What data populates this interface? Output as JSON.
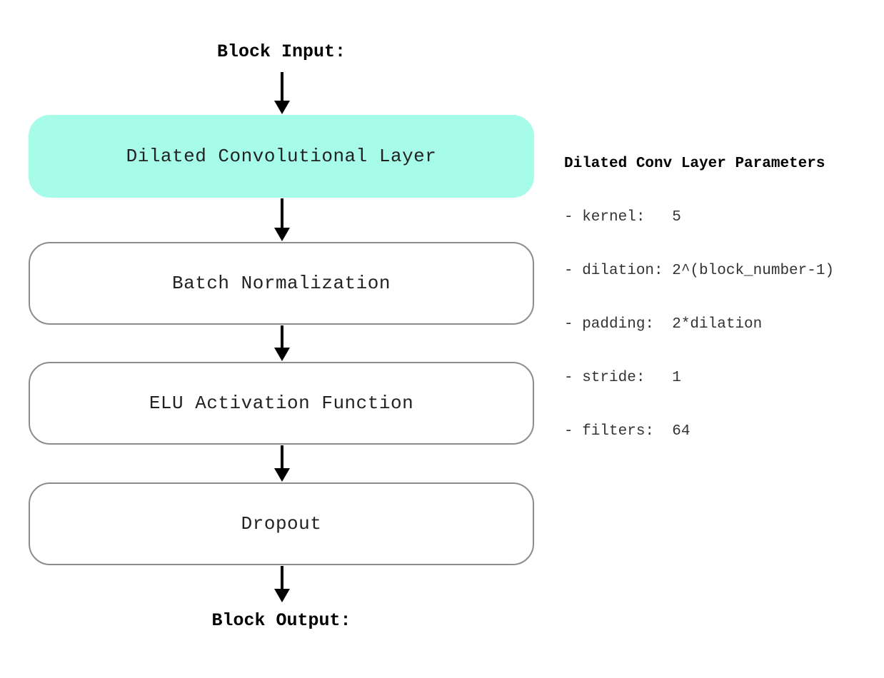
{
  "diagram": {
    "input_label": "Block Input:",
    "output_label": "Block Output:",
    "layers": [
      {
        "label": "Dilated Convolutional Layer",
        "highlighted": true
      },
      {
        "label": "Batch Normalization",
        "highlighted": false
      },
      {
        "label": "ELU Activation Function",
        "highlighted": false
      },
      {
        "label": "Dropout",
        "highlighted": false
      }
    ]
  },
  "params": {
    "title": "Dilated Conv Layer Parameters",
    "lines": [
      "- kernel:   5",
      "- dilation: 2^(block_number-1)",
      "- padding:  2*dilation",
      "- stride:   1",
      "- filters:  64"
    ]
  },
  "colors": {
    "highlight_fill": "#a6fbe9",
    "box_border": "#8c8c8c",
    "arrow": "#000000"
  }
}
